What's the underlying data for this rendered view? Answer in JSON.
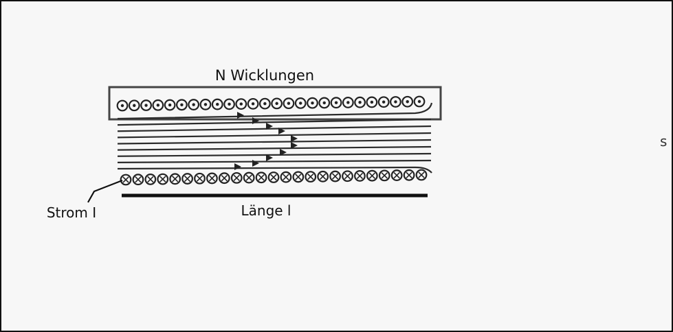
{
  "labels": {
    "windings": "N Wicklungen",
    "current": "Strom I",
    "length": "Länge l",
    "cut_off": "s"
  },
  "structure": {
    "top_windings": {
      "count": 26,
      "current_direction": "out-of-page (dot)"
    },
    "bottom_windings": {
      "count": 25,
      "current_direction": "into-page (cross)"
    },
    "field_lines": 9
  },
  "colors": {
    "background": "#f7f7f7",
    "ink": "#222222",
    "frame": "#111111",
    "winding_box": "#444444"
  }
}
